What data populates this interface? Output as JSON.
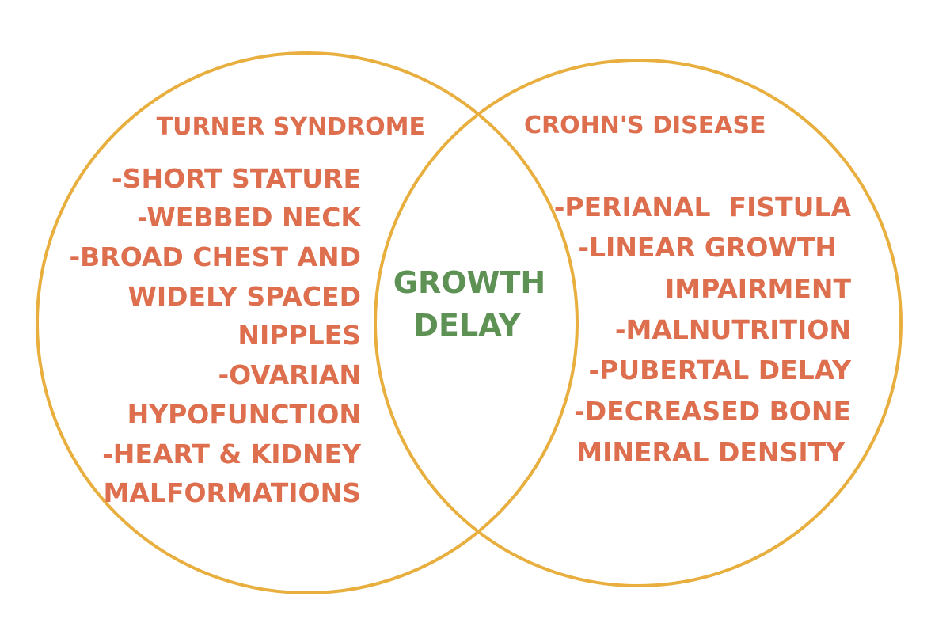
{
  "colors": {
    "circle_stroke": "#E8AE3E",
    "side_text": "#DD6E4E",
    "center_text": "#5E9255"
  },
  "left": {
    "title": "TURNER SYNDROME",
    "lines": [
      "-SHORT STATURE",
      "-WEBBED NECK",
      "-BROAD CHEST AND",
      "WIDELY SPACED",
      "NIPPLES",
      "-OVARIAN",
      "HYPOFUNCTION",
      "-HEART & KIDNEY",
      "MALFORMATIONS"
    ]
  },
  "right": {
    "title": "CROHN'S DISEASE",
    "lines": [
      "-PERIANAL  FISTULA",
      "-LINEAR GROWTH",
      "IMPAIRMENT",
      "-MALNUTRITION",
      "-PUBERTAL DELAY",
      "-DECREASED BONE",
      "MINERAL DENSITY"
    ]
  },
  "center": {
    "lines": [
      "GROWTH",
      "DELAY"
    ]
  }
}
